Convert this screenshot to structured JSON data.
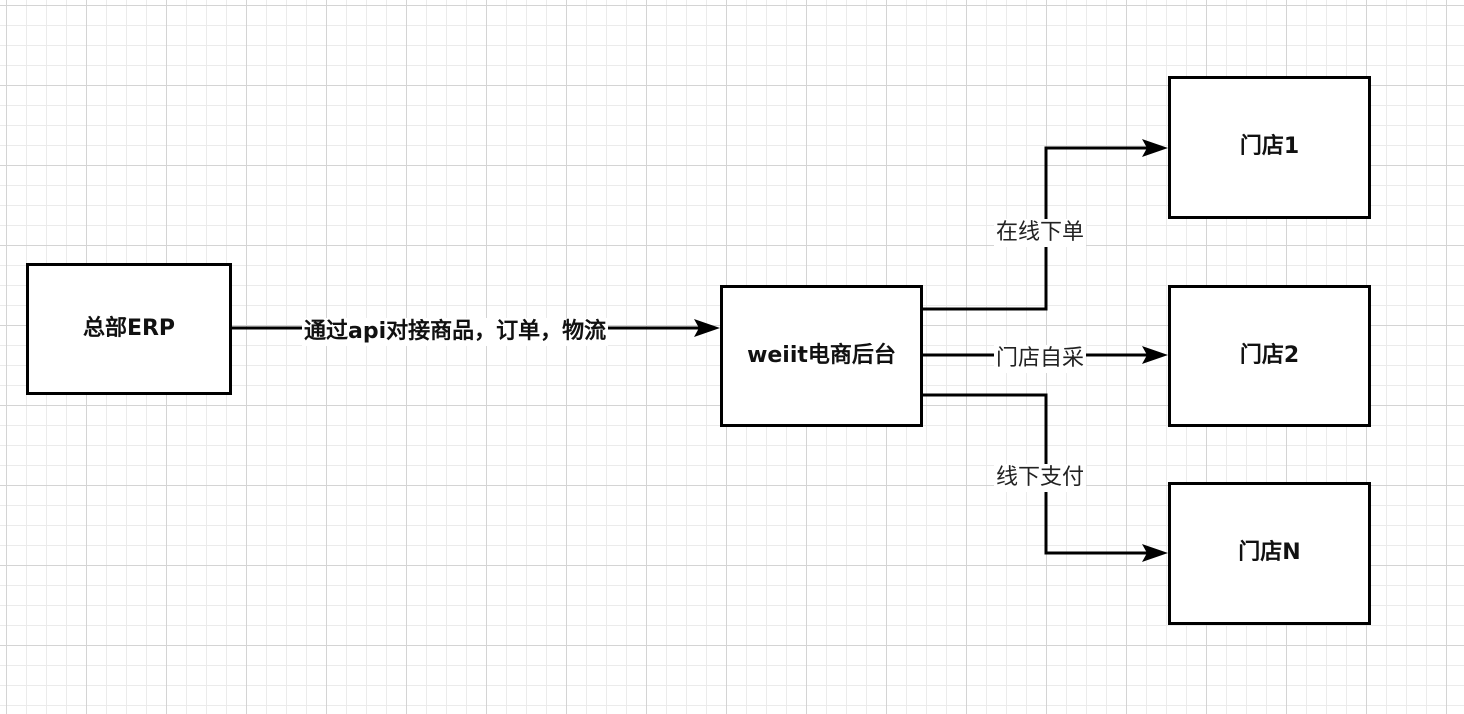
{
  "diagram": {
    "nodes": {
      "hq_erp": "总部ERP",
      "weiit_backend": "weiit电商后台",
      "store_1": "门店1",
      "store_2": "门店2",
      "store_n": "门店N"
    },
    "edges": {
      "api_integration": "通过api对接商品，订单，物流",
      "online_order": "在线下单",
      "store_purchase": "门店自采",
      "offline_payment": "线下支付"
    }
  },
  "colors": {
    "stroke": "#000000",
    "grid_major": "#d4d4d4",
    "grid_minor": "#ebebeb",
    "background": "#ffffff"
  }
}
